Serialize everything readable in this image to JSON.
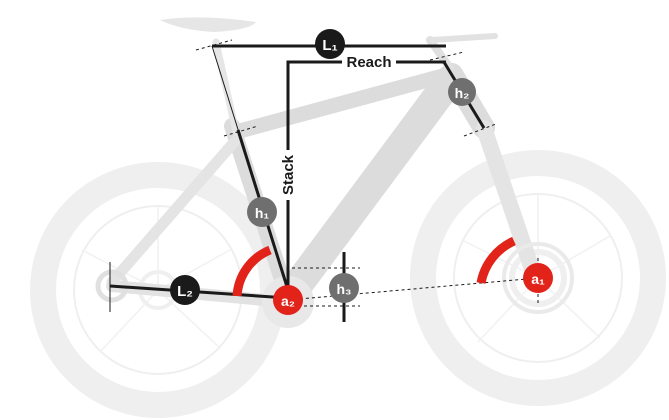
{
  "labels": {
    "reach": "Reach",
    "stack": "Stack",
    "l1": "L₁",
    "l2": "L₂",
    "h1": "h₁",
    "h2": "h₂",
    "h3": "h₃",
    "a1": "a₁",
    "a2": "a₂"
  },
  "colors": {
    "accent_red": "#e2231a",
    "dark_badge": "#1a1a1a",
    "gray_badge": "#6f6f6f",
    "frame_ghost": "#dcdcdc",
    "wheel_ghost": "#efefef",
    "measure_line": "#1a1a1a"
  }
}
